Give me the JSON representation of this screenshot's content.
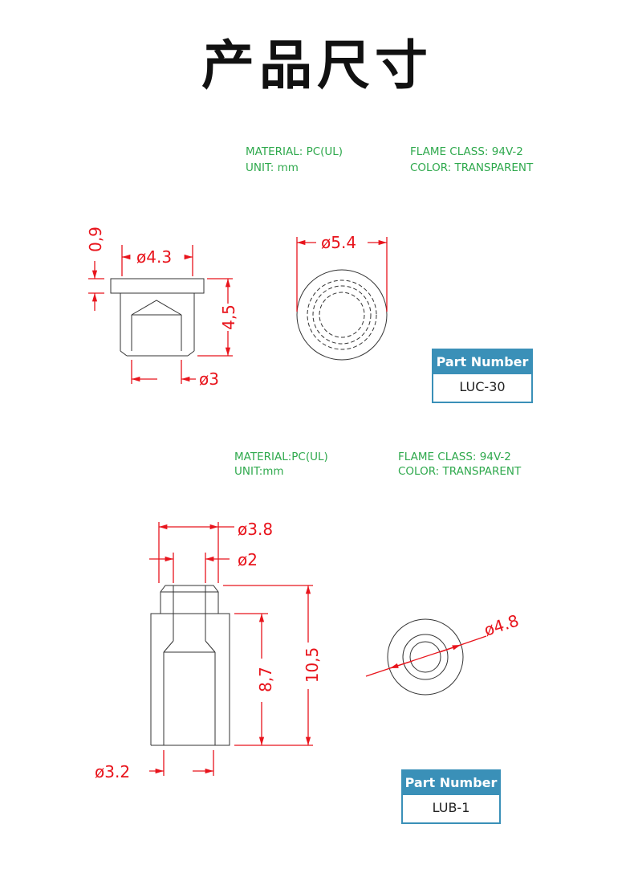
{
  "title": "产品尺寸",
  "products": [
    {
      "material": "MATERIAL: PC(UL)",
      "unit": "UNIT: mm",
      "flame": "FLAME CLASS: 94V-2",
      "color": "COLOR: TRANSPARENT",
      "part_header": "Part Number",
      "part_number": "LUC-30",
      "dims": {
        "d1": "0,9",
        "d2": "ø4.3",
        "d3": "4,5",
        "d4": "ø3",
        "d5": "ø5.4"
      }
    },
    {
      "material": "MATERIAL:PC(UL)",
      "unit": "UNIT:mm",
      "flame": "FLAME CLASS: 94V-2",
      "color": "COLOR: TRANSPARENT",
      "part_header": "Part Number",
      "part_number": "LUB-1",
      "dims": {
        "d1": "ø3.8",
        "d2": "ø2",
        "d3": "8,7",
        "d4": "10,5",
        "d5": "ø3.2",
        "d6": "ø4.8"
      }
    }
  ]
}
